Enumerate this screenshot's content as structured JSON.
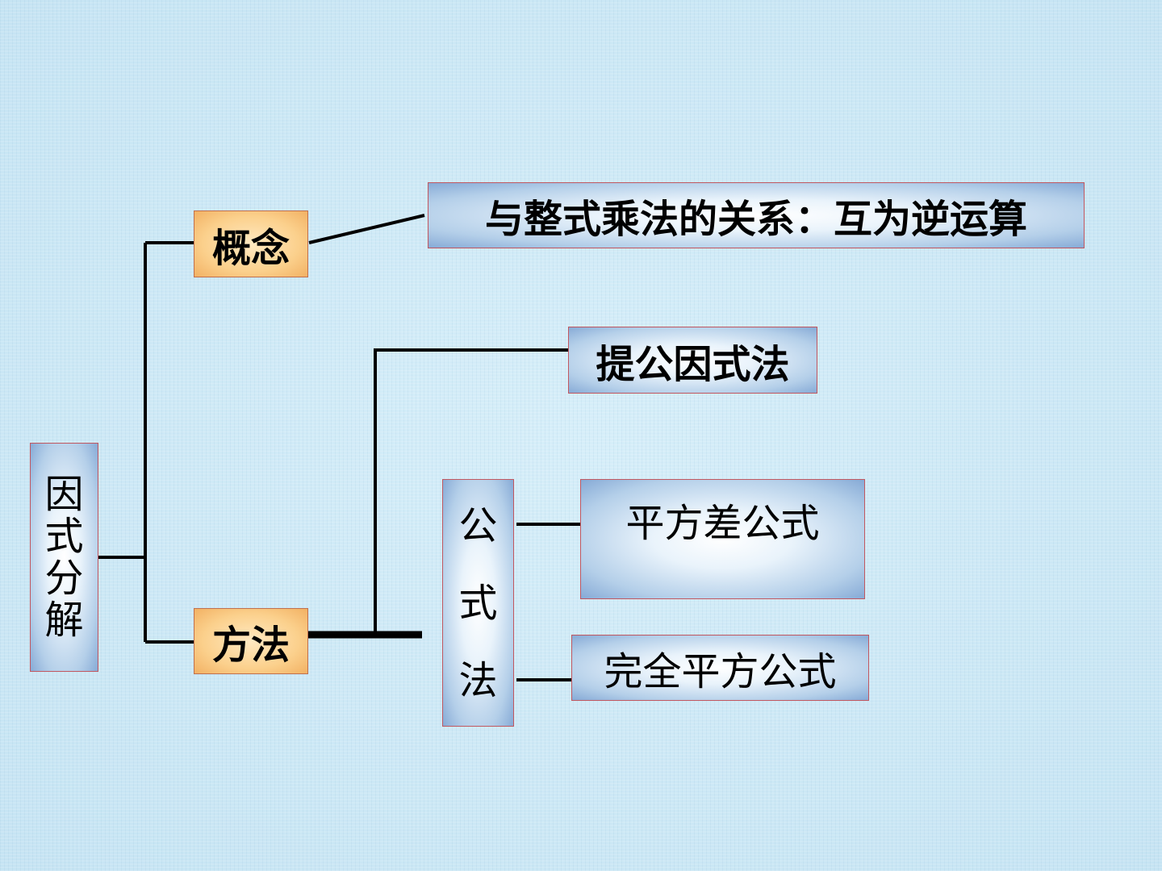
{
  "diagram": {
    "root": {
      "label": "因式分解",
      "chars": [
        "因",
        "式",
        "分",
        "解"
      ]
    },
    "concept": {
      "label": "概念",
      "detail": "与整式乘法的关系：互为逆运算"
    },
    "method": {
      "label": "方法",
      "extract_common_factor": "提公因式法",
      "formula_method": {
        "label": "公式法",
        "chars": [
          "公",
          "式",
          "法"
        ],
        "difference_of_squares": "平方差公式",
        "perfect_square": "完全平方公式"
      }
    }
  },
  "colors": {
    "background": "#cde9f6",
    "concept_box_fill": "#fbd08c",
    "concept_box_border": "#c0704e",
    "blue_box_fill": "#b4cfe9",
    "blue_box_border": "#c2575f",
    "connector": "#000000"
  }
}
